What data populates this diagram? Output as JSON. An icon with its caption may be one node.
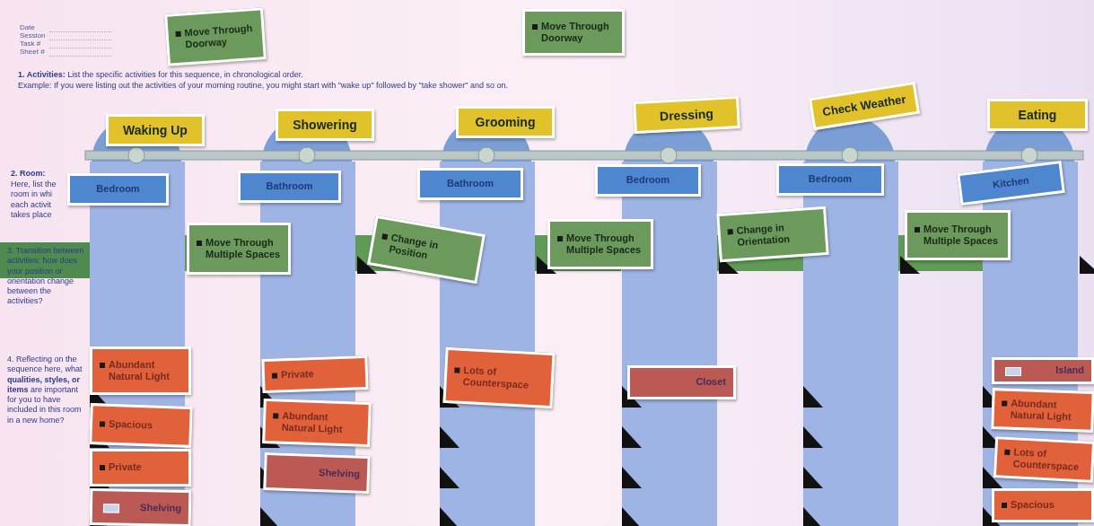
{
  "diagram": {
    "nodes": [
      {
        "text": [
          "Move Through Doorway"
        ]
      },
      {
        "text": [
          "Move Through Doorway"
        ]
      },
      {
        "text": [
          "Waking Up"
        ]
      },
      {
        "text": [
          "Showering"
        ]
      },
      {
        "text": [
          "Grooming"
        ]
      },
      {
        "text": [
          "Dressing"
        ]
      },
      {
        "text": [
          "Check Weather"
        ]
      },
      {
        "text": [
          "Eating"
        ]
      },
      {
        "text": [
          "Bedroom"
        ]
      },
      {
        "text": [
          "Bathroom"
        ]
      },
      {
        "text": [
          "Bathroom"
        ]
      },
      {
        "text": [
          "Bedroom"
        ]
      },
      {
        "text": [
          "Bedroom"
        ]
      },
      {
        "text": [
          "Kitchen"
        ]
      },
      {
        "text": [
          "Move Through Multiple Spaces"
        ]
      },
      {
        "text": [
          "Change in Position"
        ]
      },
      {
        "text": [
          "Move Through Multiple Spaces"
        ]
      },
      {
        "text": [
          "Change in Orientation"
        ]
      },
      {
        "text": [
          "Move Through Multiple Spaces"
        ]
      },
      {
        "text": [
          "Abundant Natural Light"
        ]
      },
      {
        "text": [
          "Spacious"
        ]
      },
      {
        "text": [
          "Private"
        ]
      },
      {
        "text": [
          "Shelving"
        ]
      },
      {
        "text": [
          "Private"
        ]
      },
      {
        "text": [
          "Abundant Natural Light"
        ]
      },
      {
        "text": [
          "Shelving"
        ]
      },
      {
        "text": [
          "Lots of Counterspace"
        ]
      },
      {
        "text": [
          "Closet"
        ]
      },
      {
        "text": [
          "Island"
        ]
      },
      {
        "text": [
          "Abundant Natural Light"
        ]
      },
      {
        "text": [
          "Lots of Counterspace"
        ]
      },
      {
        "text": [
          "Spacious"
        ]
      }
    ],
    "labels": [
      "Date",
      "Session",
      "Task #",
      "Sheet #",
      "**1. Activities:** List the specific activities for this sequence, in chronological order.",
      "Example: If you were listing out the activities of your morning routine, you might start with \"wake up\" followed by \"take shower\" and so on.",
      "2. Room:",
      "Here, list the room in whi each activit takes place",
      "3. Transition between activities: how does your position or orientation change between the activities?",
      "4. Reflecting on the sequence here, what **qualities, styles, or items** are important for you to have included in this room in a new home?"
    ]
  }
}
